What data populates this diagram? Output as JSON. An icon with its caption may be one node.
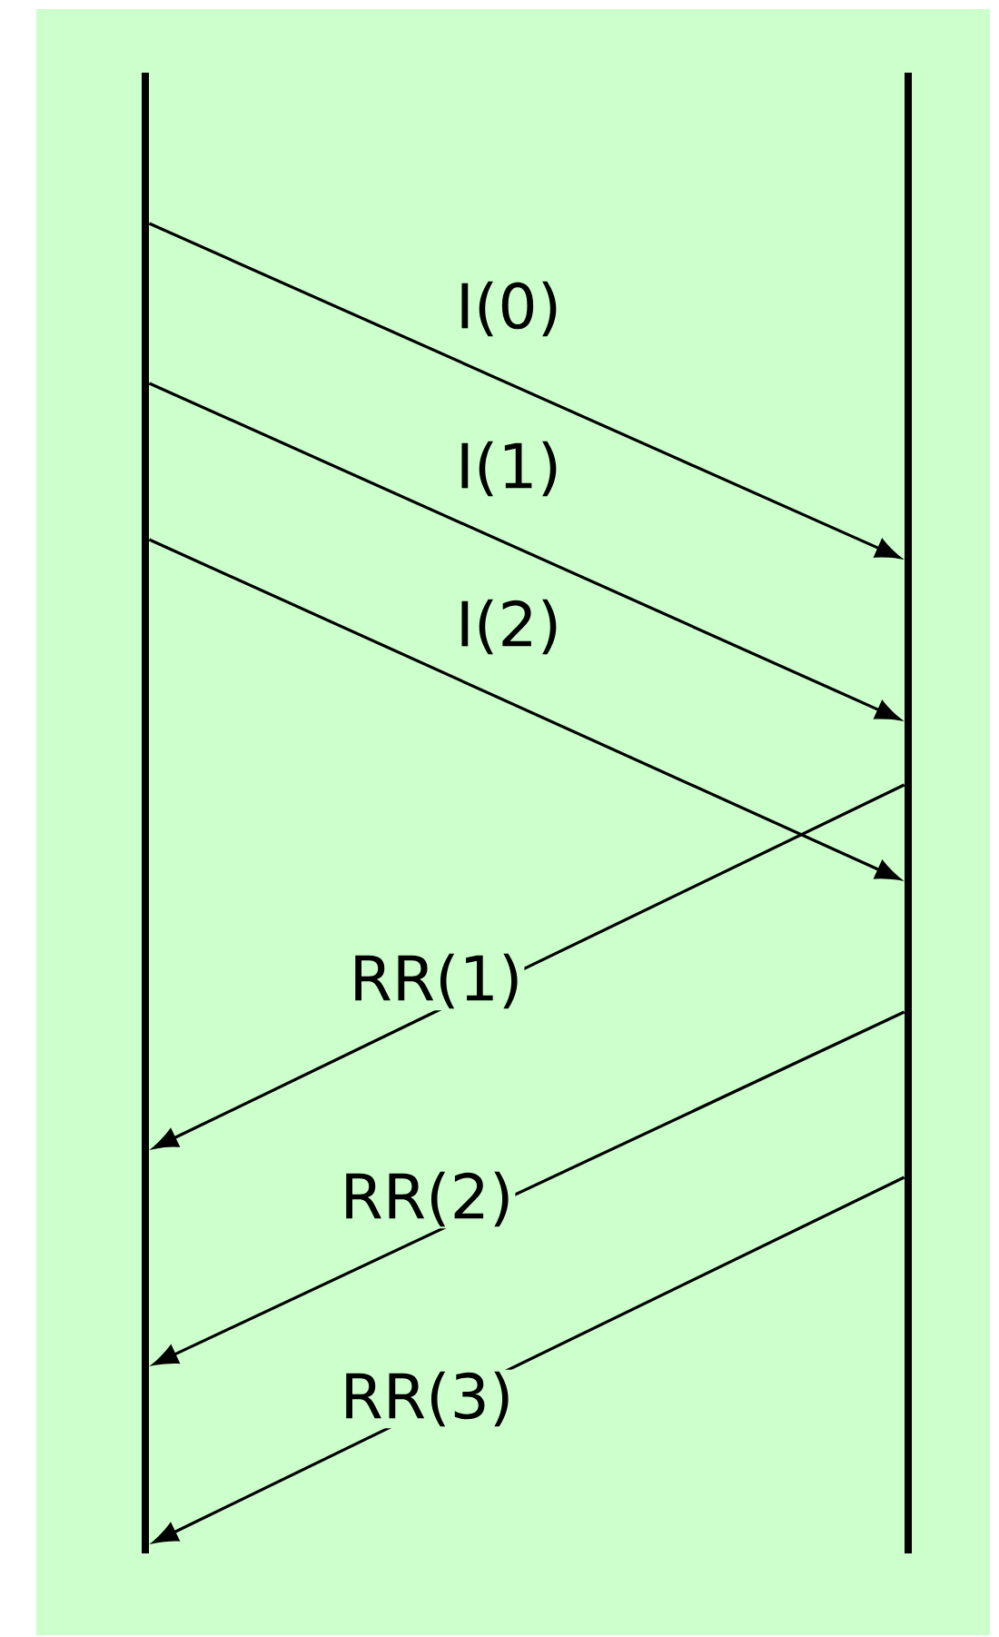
{
  "diagram": {
    "nodes": [
      {
        "text": [],
        "shape": "bar"
      },
      {
        "text": [],
        "shape": "bar"
      }
    ],
    "edges": [
      {
        "from": 0,
        "to": 1,
        "arrow": "to",
        "label": "I(0)"
      },
      {
        "from": 0,
        "to": 1,
        "arrow": "to",
        "label": "I(1)"
      },
      {
        "from": 0,
        "to": 1,
        "arrow": "to",
        "label": "I(2)"
      },
      {
        "from": 1,
        "to": 0,
        "arrow": "to",
        "label": "RR(1)"
      },
      {
        "from": 1,
        "to": 0,
        "arrow": "to",
        "label": "RR(2)"
      },
      {
        "from": 1,
        "to": 0,
        "arrow": "to",
        "label": "RR(3)"
      }
    ]
  }
}
